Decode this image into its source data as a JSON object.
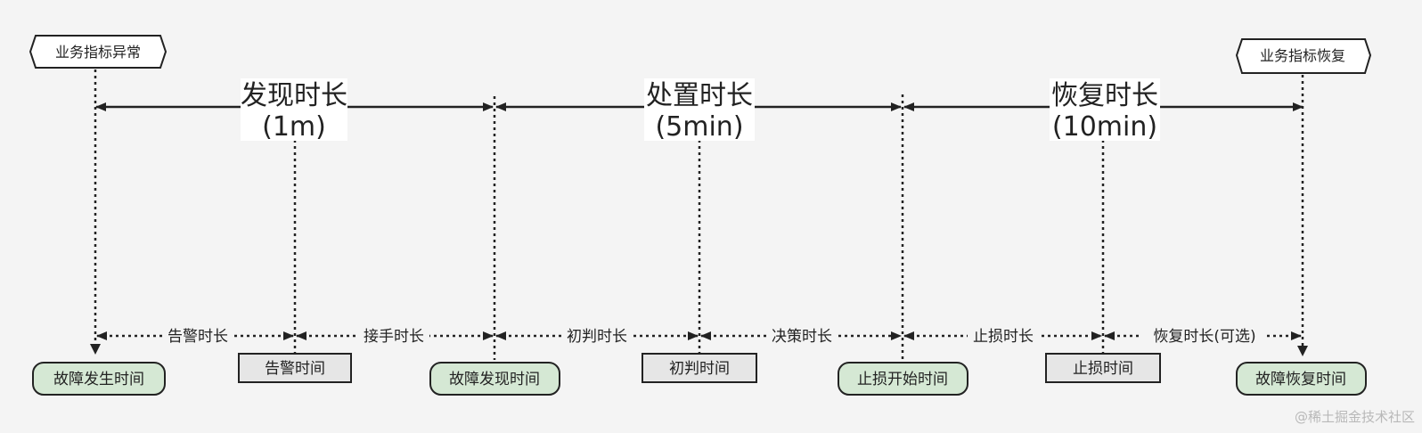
{
  "top_tags": {
    "start": "业务指标异常",
    "end": "业务指标恢复"
  },
  "phases": [
    {
      "title": "发现时长",
      "duration": "(1m)"
    },
    {
      "title": "处置时长",
      "duration": "(5min)"
    },
    {
      "title": "恢复时长",
      "duration": "(10min)"
    }
  ],
  "segments": [
    "告警时长",
    "接手时长",
    "初判时长",
    "决策时长",
    "止损时长",
    "恢复时长(可选)"
  ],
  "events": [
    {
      "label": "故障发生时间",
      "kind": "milestone"
    },
    {
      "label": "告警时间",
      "kind": "step"
    },
    {
      "label": "故障发现时间",
      "kind": "milestone"
    },
    {
      "label": "初判时间",
      "kind": "step"
    },
    {
      "label": "止损开始时间",
      "kind": "milestone"
    },
    {
      "label": "止损时间",
      "kind": "step"
    },
    {
      "label": "故障恢复时间",
      "kind": "milestone"
    }
  ],
  "colors": {
    "milestone_fill": "#d5e8d4",
    "step_fill": "#e6e6e6",
    "line": "#222222"
  },
  "watermark": "@稀土掘金技术社区"
}
